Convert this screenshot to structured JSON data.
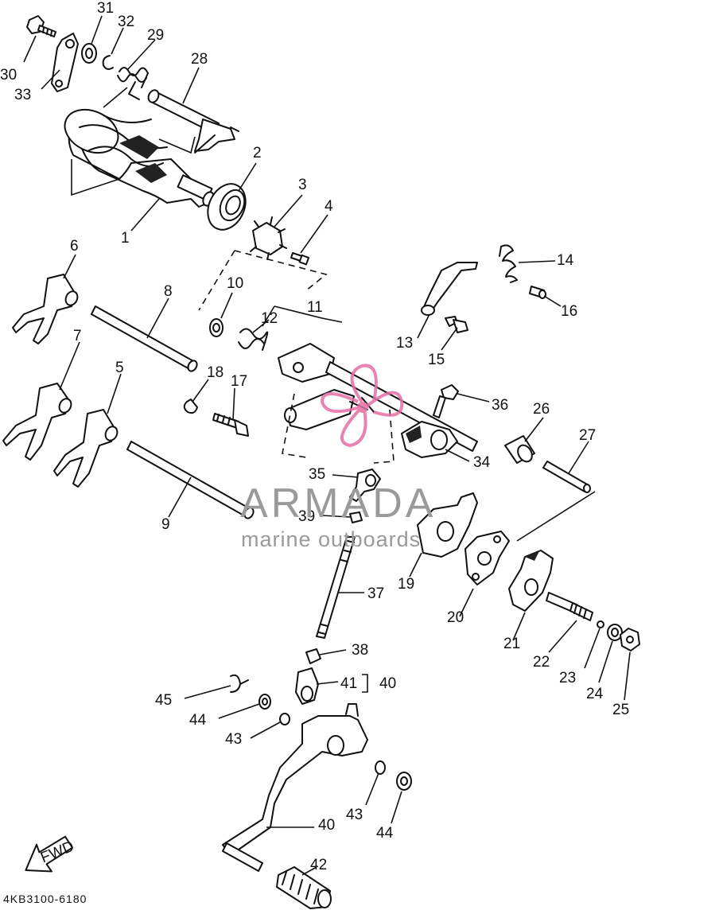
{
  "diagram": {
    "drawing_code": "4KB3100-6180",
    "direction_label": "FWD",
    "callouts": {
      "p1": "1",
      "p2": "2",
      "p3": "3",
      "p4": "4",
      "p5": "5",
      "p6": "6",
      "p7": "7",
      "p8": "8",
      "p9": "9",
      "p10": "10",
      "p11": "11",
      "p12": "12",
      "p13": "13",
      "p14": "14",
      "p15": "15",
      "p16": "16",
      "p17": "17",
      "p18": "18",
      "p19": "19",
      "p20": "20",
      "p21": "21",
      "p22": "22",
      "p23": "23",
      "p24": "24",
      "p25": "25",
      "p26": "26",
      "p27": "27",
      "p28": "28",
      "p29": "29",
      "p30": "30",
      "p31": "31",
      "p32": "32",
      "p33": "33",
      "p34": "34",
      "p35": "35",
      "p36": "36",
      "p37": "37",
      "p38": "38",
      "p39": "39",
      "p40a": "40",
      "p40b": "40",
      "p41": "41",
      "p42": "42",
      "p43a": "43",
      "p43b": "43",
      "p44a": "44",
      "p44b": "44",
      "p45": "45"
    }
  },
  "watermark": {
    "brand": "ARMADA",
    "tagline": "marine outboards",
    "logo_color": "#e36fa4",
    "text_color": "#9a9a9a"
  }
}
